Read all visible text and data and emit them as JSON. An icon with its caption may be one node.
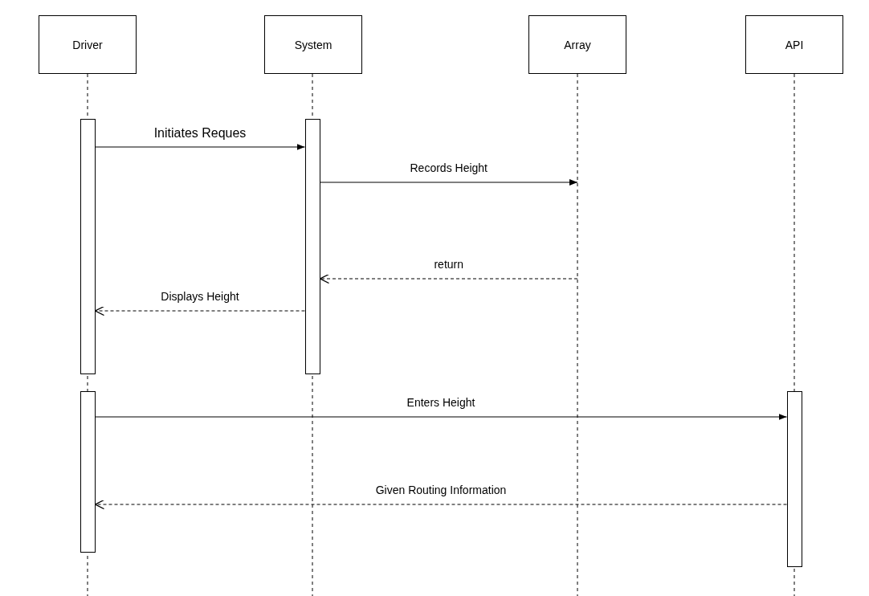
{
  "diagram": {
    "nodes": [
      {
        "text": [
          "Driver"
        ]
      },
      {
        "text": [
          "System"
        ]
      },
      {
        "text": [
          "Array"
        ]
      },
      {
        "text": [
          "API"
        ]
      },
      {
        "text": [],
        "shape": "bar",
        "in": 0
      },
      {
        "text": [],
        "shape": "bar",
        "in": 0
      },
      {
        "text": [],
        "shape": "bar",
        "in": 1
      },
      {
        "text": [],
        "shape": "bar",
        "in": 3
      }
    ],
    "edges": [
      {
        "from": 4,
        "to": 6,
        "arrow": "to",
        "label": "Initiates Reques"
      },
      {
        "from": 6,
        "to": 2,
        "arrow": "to",
        "label": "Records Height"
      },
      {
        "from": 2,
        "to": 6,
        "arrow": "to",
        "label": "return",
        "style": "dashed"
      },
      {
        "from": 6,
        "to": 4,
        "arrow": "to",
        "label": "Displays Height",
        "style": "dashed"
      },
      {
        "from": 5,
        "to": 7,
        "arrow": "to",
        "label": "Enters Height"
      },
      {
        "from": 7,
        "to": 5,
        "arrow": "to",
        "label": "Given Routing Information",
        "style": "dashed"
      }
    ]
  }
}
